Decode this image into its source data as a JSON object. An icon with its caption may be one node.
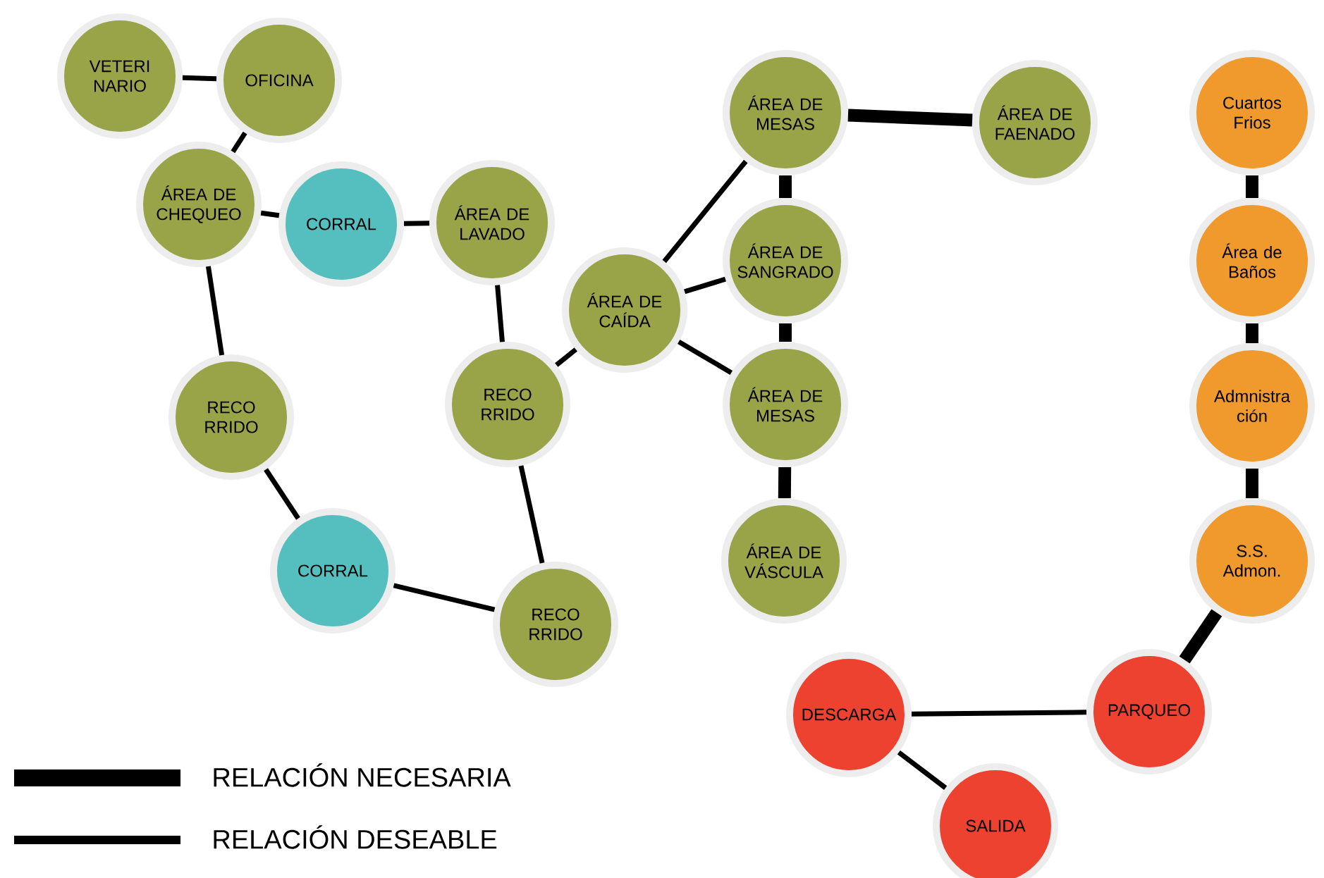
{
  "diagram": {
    "nodes": [
      {
        "text": [
          "VETERI NARIO"
        ]
      },
      {
        "text": [
          "OFICINA"
        ]
      },
      {
        "text": [
          "ÁREA DE CHEQUEO"
        ]
      },
      {
        "text": [
          "CORRAL"
        ]
      },
      {
        "text": [
          "ÁREA DE LAVADO"
        ]
      },
      {
        "text": [
          "ÁREA DE CAÍDA"
        ]
      },
      {
        "text": [
          "ÁREA DE MESAS"
        ]
      },
      {
        "text": [
          "ÁREA DE FAENADO"
        ]
      },
      {
        "text": [
          "ÁREA DE SANGRADO"
        ]
      },
      {
        "text": [
          "ÁREA DE MESAS"
        ]
      },
      {
        "text": [
          "ÁREA DE VÁSCULA"
        ]
      },
      {
        "text": [
          "RECO RRIDO"
        ]
      },
      {
        "text": [
          "RECO RRIDO"
        ]
      },
      {
        "text": [
          "CORRAL"
        ]
      },
      {
        "text": [
          "RECO RRIDO"
        ]
      },
      {
        "text": [
          "Cuartos Frios"
        ]
      },
      {
        "text": [
          "Área de Baños"
        ]
      },
      {
        "text": [
          "Admnistra ción"
        ]
      },
      {
        "text": [
          "S.S. Admon."
        ]
      },
      {
        "text": [
          "PARQUEO"
        ]
      },
      {
        "text": [
          "DESCARGA"
        ]
      },
      {
        "text": [
          "SALIDA"
        ]
      }
    ],
    "edges": [
      {
        "from": 0,
        "to": 1,
        "arrow": "none"
      },
      {
        "from": 1,
        "to": 2,
        "arrow": "none"
      },
      {
        "from": 2,
        "to": 3,
        "arrow": "none"
      },
      {
        "from": 3,
        "to": 4,
        "arrow": "none"
      },
      {
        "from": 2,
        "to": 11,
        "arrow": "none"
      },
      {
        "from": 11,
        "to": 13,
        "arrow": "none"
      },
      {
        "from": 4,
        "to": 12,
        "arrow": "none"
      },
      {
        "from": 12,
        "to": 5,
        "arrow": "none"
      },
      {
        "from": 12,
        "to": 14,
        "arrow": "none"
      },
      {
        "from": 13,
        "to": 14,
        "arrow": "none"
      },
      {
        "from": 5,
        "to": 6,
        "arrow": "none"
      },
      {
        "from": 5,
        "to": 8,
        "arrow": "none"
      },
      {
        "from": 5,
        "to": 9,
        "arrow": "none"
      },
      {
        "from": 6,
        "to": 7,
        "arrow": "none",
        "style": "thick"
      },
      {
        "from": 6,
        "to": 8,
        "arrow": "none",
        "style": "thick"
      },
      {
        "from": 8,
        "to": 9,
        "arrow": "none",
        "style": "thick"
      },
      {
        "from": 9,
        "to": 10,
        "arrow": "none",
        "style": "thick"
      },
      {
        "from": 15,
        "to": 16,
        "arrow": "none",
        "style": "thick"
      },
      {
        "from": 16,
        "to": 17,
        "arrow": "none",
        "style": "thick"
      },
      {
        "from": 17,
        "to": 18,
        "arrow": "none",
        "style": "thick"
      },
      {
        "from": 18,
        "to": 19,
        "arrow": "none",
        "style": "thick"
      },
      {
        "from": 19,
        "to": 20,
        "arrow": "none"
      },
      {
        "from": 20,
        "to": 21,
        "arrow": "none"
      }
    ],
    "legend": [
      {
        "text": "RELACIÓN NECESARIA"
      },
      {
        "text": "RELACIÓN DESEABLE"
      }
    ]
  }
}
